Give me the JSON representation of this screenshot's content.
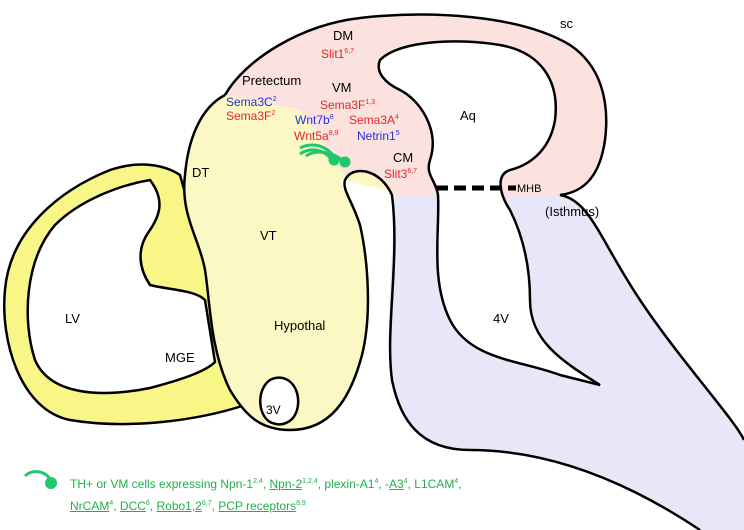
{
  "colors": {
    "lateral_ventricle_wall": "#f8f686",
    "forebrain_basal": "#fbf8c3",
    "midbrain": "#fce2de",
    "hindbrain": "#e9e6f8",
    "outline": "#000000",
    "repulsive_cue": "#e0282b",
    "attractive_cue": "#2233cc",
    "axon": "#1fc86a",
    "legend_text": "#1fb14a"
  },
  "regions": {
    "dm": "DM",
    "sc": "sc",
    "pretectum": "Pretectum",
    "vm": "VM",
    "aq": "Aq",
    "dt": "DT",
    "cm": "CM",
    "mhb": "MHB",
    "isthmus": "(Isthmus)",
    "vt": "VT",
    "lv": "LV",
    "hypothal": "Hypothal",
    "mge": "MGE",
    "v4": "4V",
    "v3": "3V"
  },
  "cues": {
    "slit1": {
      "name": "Slit1",
      "refs": "6,7"
    },
    "sema3c": {
      "name": "Sema3C",
      "refs": "2"
    },
    "sema3f_pre": {
      "name": "Sema3F",
      "refs": "2"
    },
    "sema3f_vm": {
      "name": "Sema3F",
      "refs": "1,3"
    },
    "wnt7b": {
      "name": "Wnt7b",
      "refs": "8"
    },
    "sema3a": {
      "name": "Sema3A",
      "refs": "4"
    },
    "wnt5a": {
      "name": "Wnt5a",
      "refs": "8,9"
    },
    "netrin1": {
      "name": "Netrin1",
      "refs": "5"
    },
    "slit3": {
      "name": "Slit3",
      "refs": "6,7"
    }
  },
  "legend": {
    "intro": "TH+ or VM cells expressing ",
    "npn1": "Npn-1",
    "npn1_refs": "2,4",
    "npn2": "Npn-2",
    "npn2_refs": "1,2,4",
    "plexin": "plexin-A1",
    "plexin_refs": "4",
    "a3_prefix": "-",
    "a3": "A3",
    "a3_refs": "4",
    "l1cam": "L1CAM",
    "l1cam_refs": "4",
    "nrcam": "NrCAM",
    "nrcam_refs": "4",
    "dcc": "DCC",
    "dcc_refs": "6",
    "robo": "Robo1,2",
    "robo_refs": "6,7",
    "pcp": "PCP receptors",
    "pcp_refs": "8,9"
  }
}
